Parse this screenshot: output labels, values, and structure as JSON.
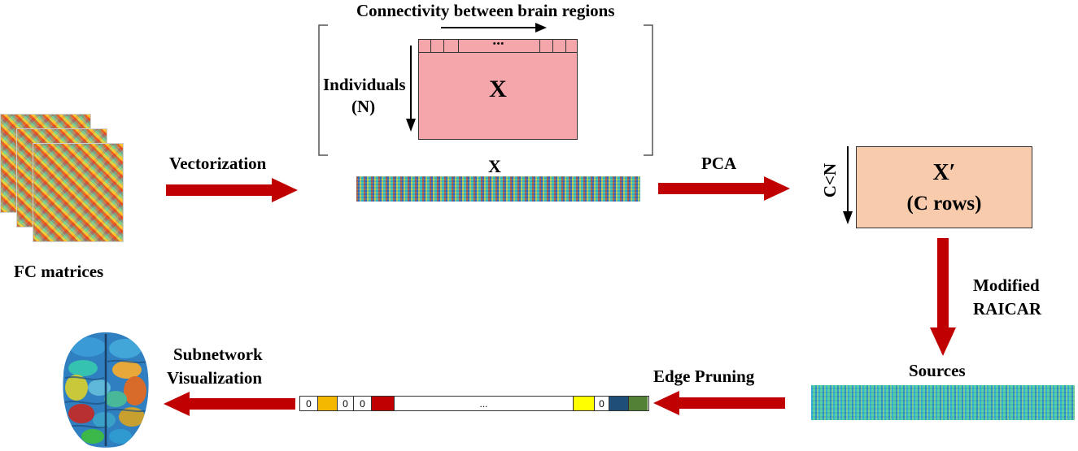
{
  "labels": {
    "fc_matrices": "FC matrices",
    "vectorization": "Vectorization",
    "connectivity": "Connectivity between brain regions",
    "individuals": "Individuals",
    "individuals_n": "(N)",
    "x_matrix": "X",
    "x_vector": "X",
    "pca": "PCA",
    "x_prime": "X′",
    "c_rows": "(C rows)",
    "c_lt_n": "C<N",
    "modified": "Modified",
    "raicar": "RAICAR",
    "sources": "Sources",
    "edge_pruning": "Edge Pruning",
    "subnetwork": "Subnetwork",
    "visualization": "Visualization",
    "dots": "•••",
    "ellipsis": "..."
  },
  "vector_cells": {
    "zero": "0",
    "colors": {
      "orange": "#f5b800",
      "red": "#c00000",
      "yellow": "#ffff00",
      "navy": "#1f4e79",
      "green": "#538135"
    }
  },
  "colors": {
    "arrow": "#c00000",
    "x_box": "#f4a6ab",
    "x_prime_box": "#f8cbad"
  }
}
